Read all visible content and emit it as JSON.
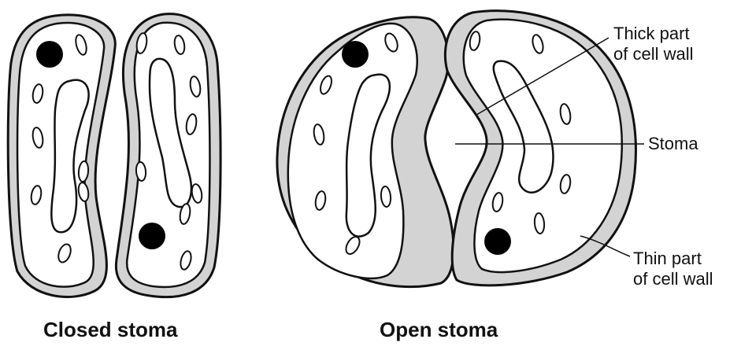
{
  "captions": {
    "closed": "Closed stoma",
    "open": "Open stoma"
  },
  "labels": {
    "thick_line1": "Thick part",
    "thick_line2": "of cell wall",
    "stoma": "Stoma",
    "thin_line1": "Thin part",
    "thin_line2": "of cell wall"
  },
  "colors": {
    "cell_wall": "#d3d3d3",
    "outline": "#111111",
    "nucleus": "#000000"
  }
}
